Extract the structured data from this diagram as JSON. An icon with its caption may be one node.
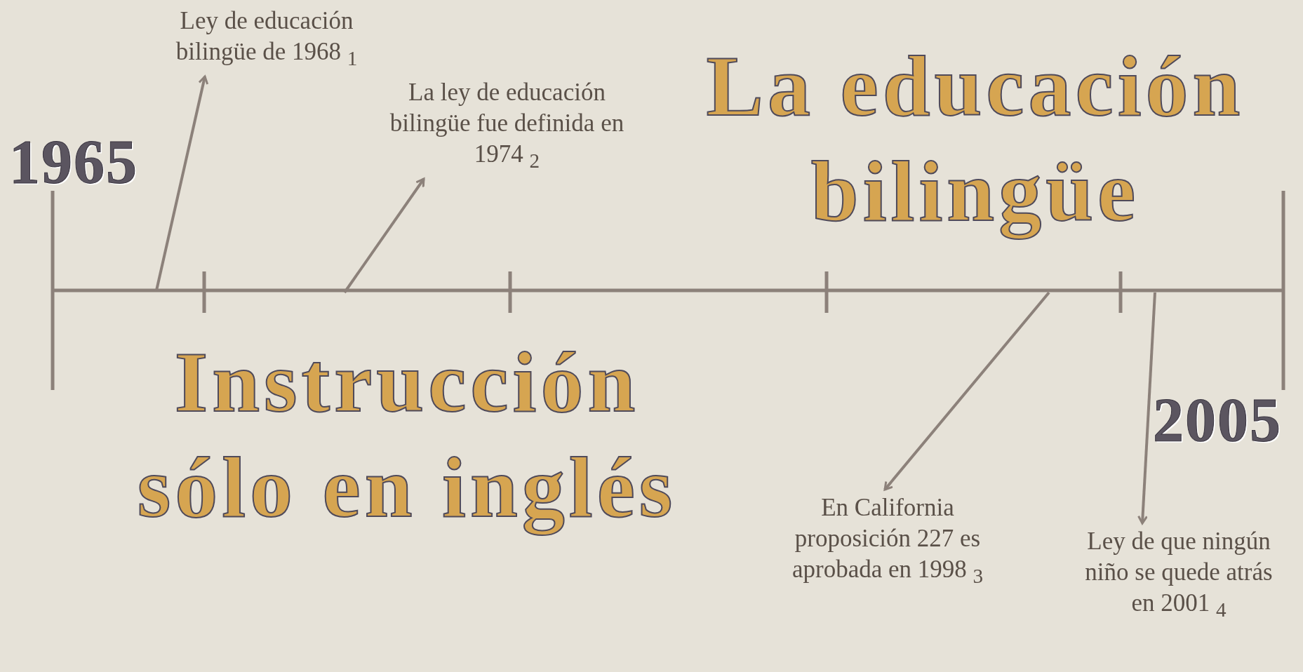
{
  "diagram": {
    "nodes": [
      {
        "text": [
          "Ley de educación bilingüe de 1968 $_{1}$"
        ]
      },
      {
        "text": [
          "La ley de educación bilingüe fue definida en 1974 $_{2}$"
        ]
      },
      {
        "text": [
          "En California proposición 227 es aprobada en 1998 $_{3}$"
        ]
      },
      {
        "text": [
          "Ley de que ningún niño  se quede atrás en 2001 $_{4}$"
        ]
      }
    ],
    "edges": [
      {
        "from": null,
        "to": 0,
        "arrow": "to"
      },
      {
        "from": null,
        "to": 1,
        "arrow": "to"
      },
      {
        "from": null,
        "to": 2,
        "arrow": "to"
      },
      {
        "from": null,
        "to": 3,
        "arrow": "to"
      }
    ],
    "labels": [
      "1965",
      "La educación bilingüe",
      "Instrucción sólo en inglés",
      "2005"
    ]
  }
}
